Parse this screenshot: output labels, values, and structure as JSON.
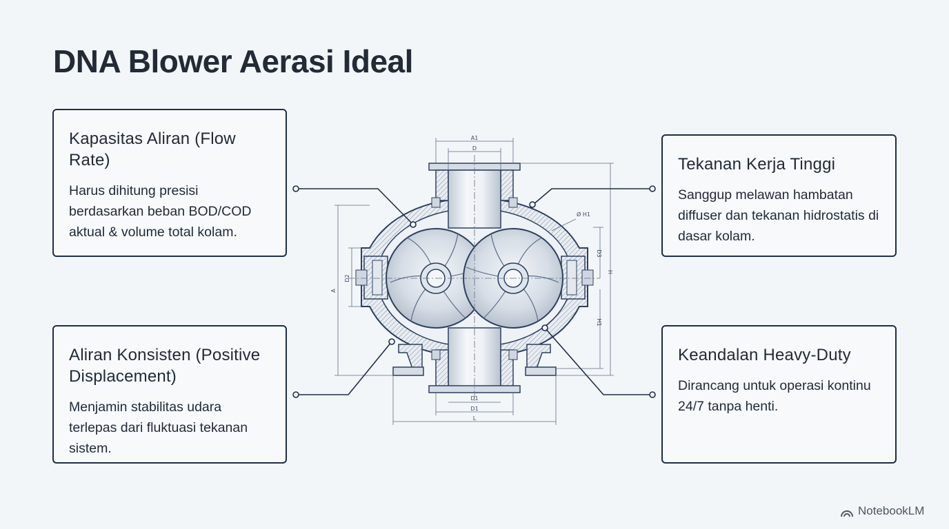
{
  "title": "DNA Blower Aerasi Ideal",
  "cards": {
    "top_left": {
      "heading": "Kapasitas Aliran (Flow Rate)",
      "body": "Harus dihitung presisi berdasarkan beban BOD/COD aktual & volume total kolam."
    },
    "top_right": {
      "heading": "Tekanan Kerja Tinggi",
      "body": "Sanggup melawan hambatan diffuser dan tekanan hidrostatis di dasar kolam."
    },
    "bottom_left": {
      "heading": "Aliran Konsisten (Positive Displacement)",
      "body": "Menjamin stabilitas udara terlepas dari fluktuasi tekanan sistem."
    },
    "bottom_right": {
      "heading": "Keandalan Heavy-Duty",
      "body": "Dirancang untuk operasi kontinu 24/7 tanpa henti."
    }
  },
  "dimensions": {
    "a1": "A1",
    "d": "D",
    "d1_inner": "D1",
    "d1_outer": "D1",
    "l": "L",
    "a": "A",
    "d2": "D2",
    "dia_h": "Ø H1",
    "d3": "D3",
    "h": "H",
    "h1": "H1"
  },
  "watermark": {
    "text": "NotebookLM",
    "icon": "notebooklm-logo-icon"
  },
  "colors": {
    "background": "#f3f6f9",
    "outline": "#1e2d44",
    "blueprint": "#2c3f5e",
    "metal_light": "#eef1f5",
    "metal_dark": "#b9c3cf"
  }
}
